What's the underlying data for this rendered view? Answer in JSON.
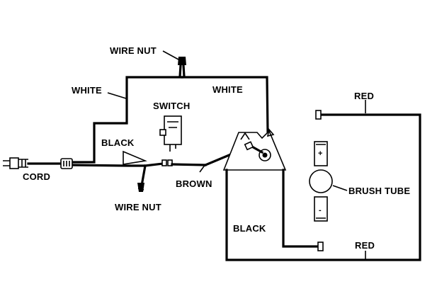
{
  "diagram": {
    "labels": {
      "wire_nut_top": "WIRE NUT",
      "white_left": "WHITE",
      "white_right": "WHITE",
      "switch": "SWITCH",
      "black_top": "BLACK",
      "red_top": "RED",
      "cord": "CORD",
      "brown": "BROWN",
      "wire_nut_bottom": "WIRE NUT",
      "brush_tube": "BRUSH TUBE",
      "black_bottom": "BLACK",
      "red_bottom": "RED"
    },
    "brush_polarity": {
      "top": "+",
      "bottom": "-"
    }
  }
}
